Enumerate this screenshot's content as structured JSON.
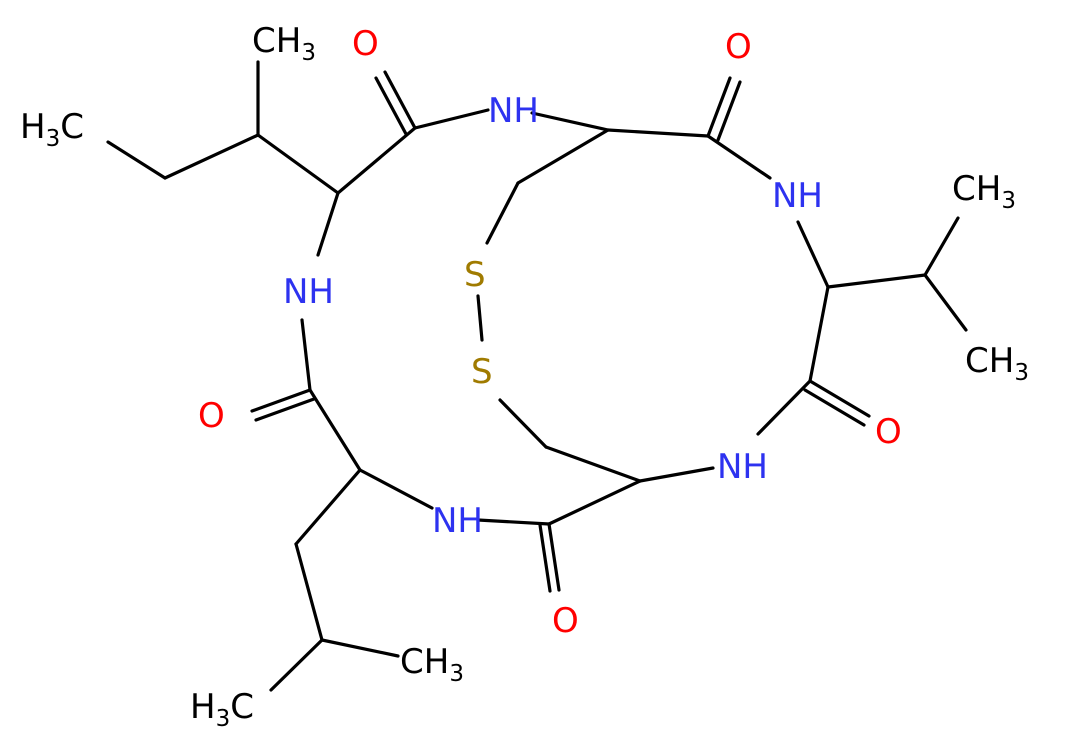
{
  "colors": {
    "bond": "#000000",
    "carbon": "#000000",
    "nitrogen": "#2d32f0",
    "oxygen": "#ff0000",
    "sulfur": "#a07b00"
  },
  "atoms": {
    "ch3_top": {
      "text": "CH",
      "sub": "3",
      "el": "carbon"
    },
    "h3c_topleft": {
      "pre": "H",
      "sub": "3",
      "text": "C",
      "el": "carbon"
    },
    "o1": {
      "text": "O",
      "el": "oxygen"
    },
    "n1": {
      "text": "NH",
      "el": "nitrogen"
    },
    "o2": {
      "text": "O",
      "el": "oxygen"
    },
    "n2": {
      "text": "NH",
      "el": "nitrogen"
    },
    "ch3_right_top": {
      "text": "CH",
      "sub": "3",
      "el": "carbon"
    },
    "n3": {
      "text": "NH",
      "el": "nitrogen"
    },
    "s1": {
      "text": "S",
      "el": "sulfur"
    },
    "s2": {
      "text": "S",
      "el": "sulfur"
    },
    "ch3_right_bottom": {
      "text": "CH",
      "sub": "3",
      "el": "carbon"
    },
    "o3": {
      "text": "O",
      "el": "oxygen"
    },
    "o4": {
      "text": "O",
      "el": "oxygen"
    },
    "n4": {
      "text": "NH",
      "el": "nitrogen"
    },
    "n5": {
      "text": "NH",
      "el": "nitrogen"
    },
    "o5": {
      "text": "O",
      "el": "oxygen"
    },
    "ch3_bottom": {
      "text": "CH",
      "sub": "3",
      "el": "carbon"
    },
    "h3c_bottomleft": {
      "pre": "H",
      "sub": "3",
      "text": "C",
      "el": "carbon"
    }
  }
}
